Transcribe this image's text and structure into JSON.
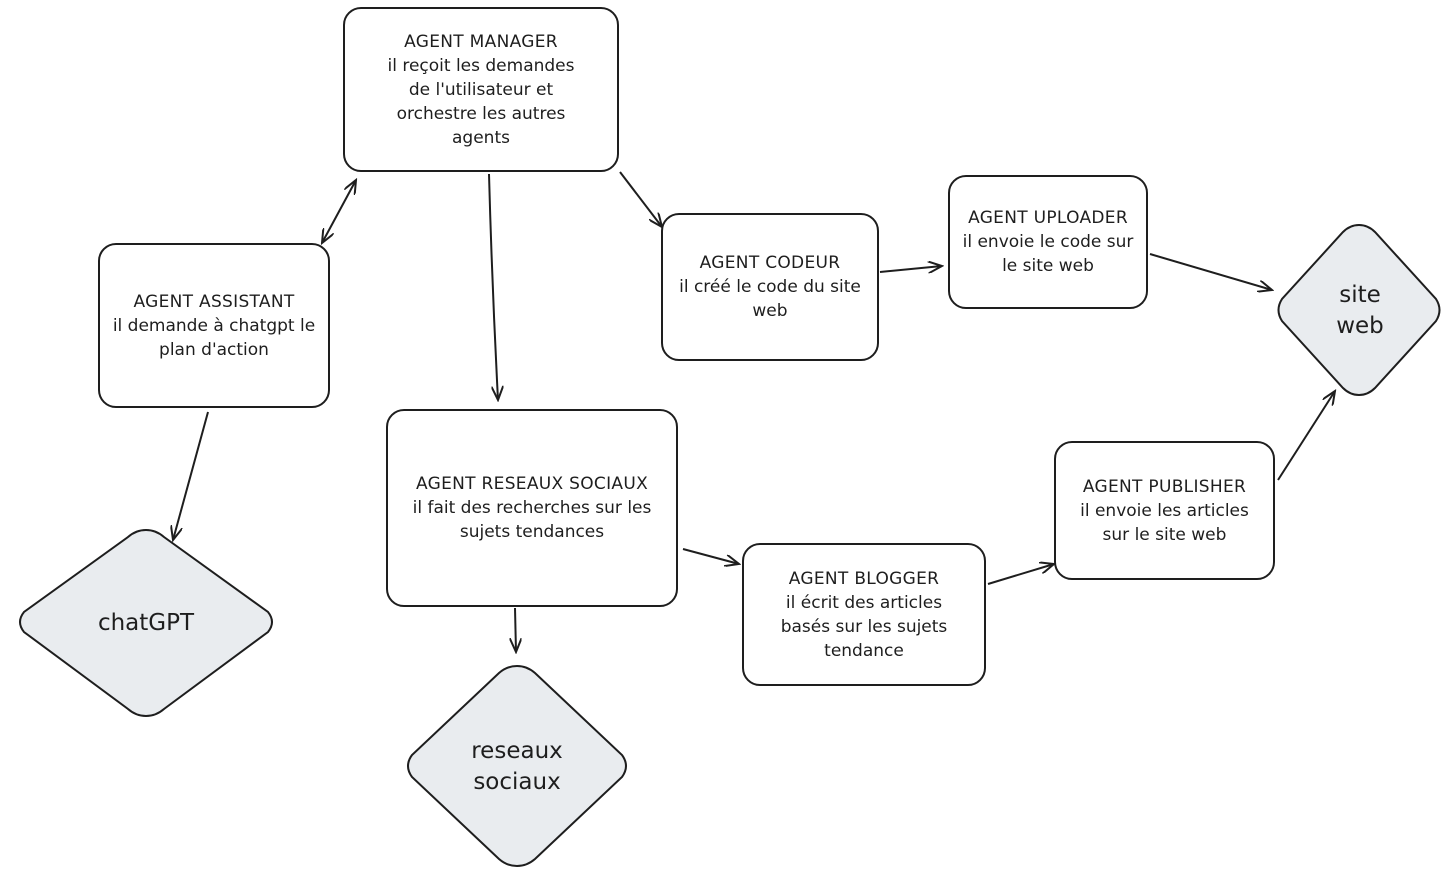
{
  "nodes": {
    "manager": {
      "title": "AGENT MANAGER",
      "desc": "il reçoit les demandes\nde l'utilisateur et\norchestre les autres\nagents"
    },
    "assistant": {
      "title": "AGENT ASSISTANT",
      "desc": "il demande à chatgpt le\nplan d'action"
    },
    "codeur": {
      "title": "AGENT CODEUR",
      "desc": "il créé le code du site\nweb"
    },
    "uploader": {
      "title": "AGENT UPLOADER",
      "desc": "il envoie le code sur\nle site web"
    },
    "reseaux": {
      "title": "AGENT RESEAUX SOCIAUX",
      "desc": "il fait des recherches sur les\nsujets tendances"
    },
    "blogger": {
      "title": "AGENT BLOGGER",
      "desc": "il écrit des articles\nbasés sur les sujets\ntendance"
    },
    "publisher": {
      "title": "AGENT PUBLISHER",
      "desc": "il envoie les articles\nsur le site web"
    }
  },
  "targets": {
    "chatgpt": "chatGPT",
    "reseaux_sociaux": "reseaux\nsociaux",
    "site_web": "site\nweb"
  },
  "edges": [
    {
      "from": "manager",
      "to": "assistant",
      "bidirectional": true
    },
    {
      "from": "manager",
      "to": "reseaux"
    },
    {
      "from": "manager",
      "to": "codeur"
    },
    {
      "from": "codeur",
      "to": "uploader"
    },
    {
      "from": "uploader",
      "to": "site_web"
    },
    {
      "from": "assistant",
      "to": "chatgpt"
    },
    {
      "from": "reseaux",
      "to": "reseaux_sociaux"
    },
    {
      "from": "reseaux",
      "to": "blogger"
    },
    {
      "from": "blogger",
      "to": "publisher"
    },
    {
      "from": "publisher",
      "to": "site_web"
    }
  ],
  "colors": {
    "stroke": "#1e1e1e",
    "diamond_fill": "#e9ecef",
    "box_fill": "#ffffff"
  }
}
